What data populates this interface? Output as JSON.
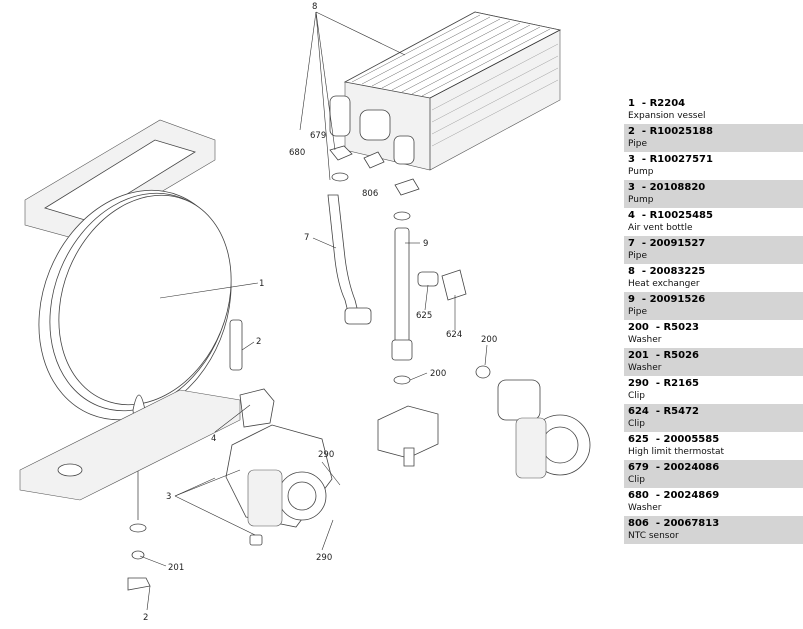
{
  "callouts": {
    "c8": "8",
    "c679": "679",
    "c680": "680",
    "c806": "806",
    "c7": "7",
    "c9": "9",
    "c625": "625",
    "c624": "624",
    "c200a": "200",
    "c200b": "200",
    "c1": "1",
    "c2a": "2",
    "c4": "4",
    "c3": "3",
    "c290a": "290",
    "c290b": "290",
    "c201": "201",
    "c2b": "2"
  },
  "parts": [
    {
      "num": "1",
      "code": "R2204",
      "desc": "Expansion vessel"
    },
    {
      "num": "2",
      "code": "R10025188",
      "desc": "Pipe"
    },
    {
      "num": "3",
      "code": "R10027571",
      "desc": "Pump"
    },
    {
      "num": "3",
      "code": "20108820",
      "desc": "Pump"
    },
    {
      "num": "4",
      "code": "R10025485",
      "desc": "Air vent bottle"
    },
    {
      "num": "7",
      "code": "20091527",
      "desc": "Pipe"
    },
    {
      "num": "8",
      "code": "20083225",
      "desc": "Heat exchanger"
    },
    {
      "num": "9",
      "code": "20091526",
      "desc": "Pipe"
    },
    {
      "num": "200",
      "code": "R5023",
      "desc": "Washer"
    },
    {
      "num": "201",
      "code": "R5026",
      "desc": "Washer"
    },
    {
      "num": "290",
      "code": "R2165",
      "desc": "Clip"
    },
    {
      "num": "624",
      "code": "R5472",
      "desc": "Clip"
    },
    {
      "num": "625",
      "code": "20005585",
      "desc": "High limit thermostat"
    },
    {
      "num": "679",
      "code": "20024086",
      "desc": "Clip"
    },
    {
      "num": "680",
      "code": "20024869",
      "desc": "Washer"
    },
    {
      "num": "806",
      "code": "20067813",
      "desc": "NTC sensor"
    }
  ]
}
